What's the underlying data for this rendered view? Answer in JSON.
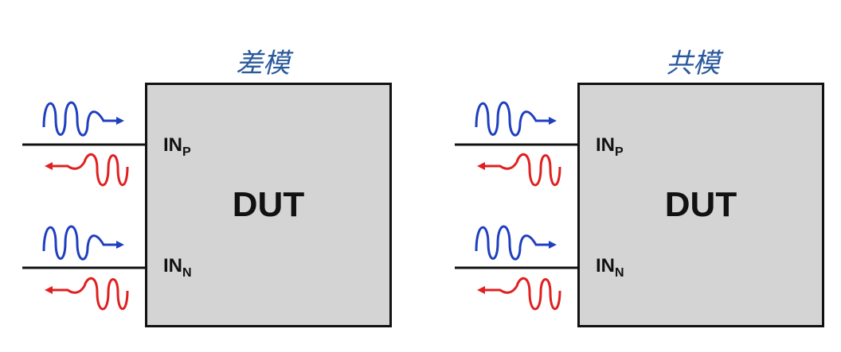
{
  "panels": [
    {
      "title": "差模",
      "box_label": "DUT",
      "pins": [
        {
          "main": "IN",
          "sub": "P"
        },
        {
          "main": "IN",
          "sub": "N"
        }
      ]
    },
    {
      "title": "共模",
      "box_label": "DUT",
      "pins": [
        {
          "main": "IN",
          "sub": "P"
        },
        {
          "main": "IN",
          "sub": "N"
        }
      ]
    }
  ],
  "colors": {
    "incident_wave": "#1f3fbf",
    "reflected_wave": "#e02020",
    "title": "#2b5a9c",
    "box_fill": "#d4d4d4"
  },
  "icons": [
    "incident-wave-arrow-icon",
    "reflected-wave-arrow-icon"
  ]
}
